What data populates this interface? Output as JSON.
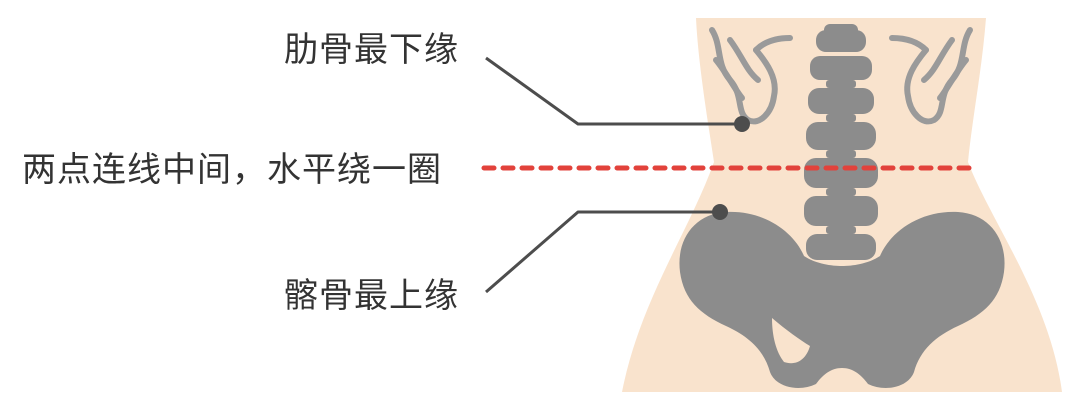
{
  "labels": {
    "rib_lower_edge": "肋骨最下缘",
    "midline": "两点连线中间，水平绕一圈",
    "iliac_upper_edge": "髂骨最上缘"
  },
  "colors": {
    "skin": "#F9E3CD",
    "bone": "#8C8C8C",
    "bone_stroke": "#9A9A9A",
    "leader_line": "#4D4D4D",
    "dashed_line": "#E2423B",
    "text": "#333333"
  },
  "icons": {
    "rib_cage": "rib-cage-icon",
    "spine": "spine-icon",
    "pelvis": "pelvis-icon"
  }
}
